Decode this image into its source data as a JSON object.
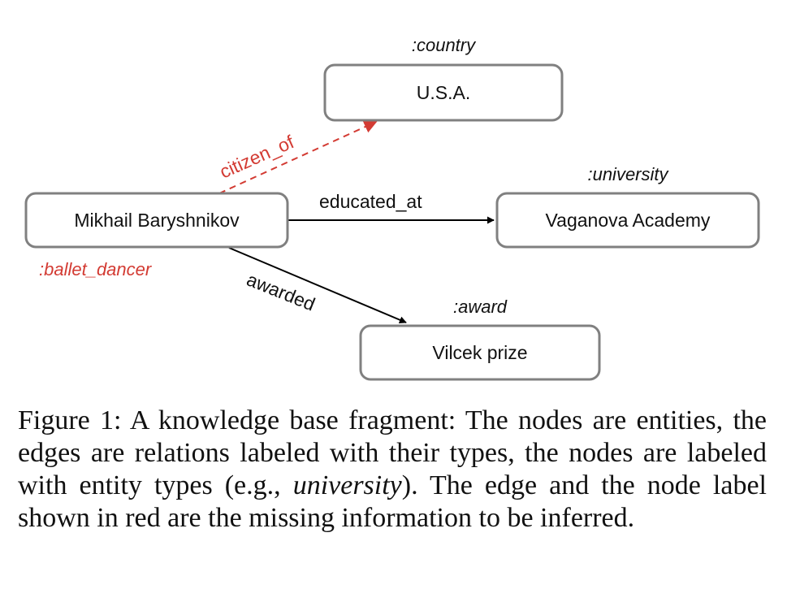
{
  "nodes": {
    "usa": {
      "label": "U.S.A.",
      "type": ":country"
    },
    "mikhail": {
      "label": "Mikhail Baryshnikov",
      "type": ":ballet_dancer"
    },
    "vaganova": {
      "label": "Vaganova Academy",
      "type": ":university"
    },
    "vilcek": {
      "label": "Vilcek prize",
      "type": ":award"
    }
  },
  "edges": {
    "citizen_of": {
      "label": "citizen_of",
      "missing": true
    },
    "educated_at": {
      "label": "educated_at",
      "missing": false
    },
    "awarded": {
      "label": "awarded",
      "missing": false
    }
  },
  "colors": {
    "missing": "#d33b33",
    "node_border": "#808080",
    "edge": "#000000"
  },
  "caption": {
    "part1": "Figure 1: A knowledge base fragment: The nodes are entities, the edges are relations labeled with their types, the nodes are labeled with entity types (e.g., ",
    "emphasis": "university",
    "part2": "). The edge and the node label shown in red are the missing information to be inferred."
  }
}
